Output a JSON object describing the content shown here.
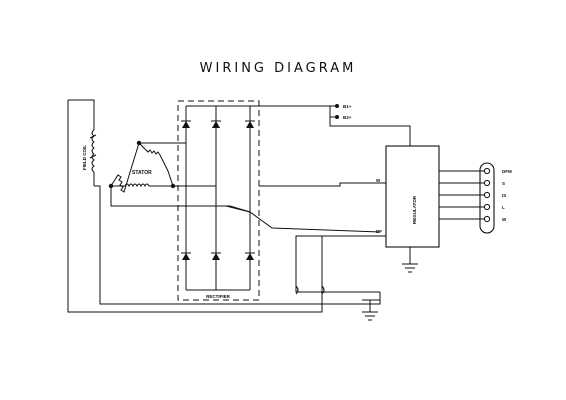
{
  "title": "WIRING DIAGRAM",
  "labels": {
    "field_coil": "FIELD COIL",
    "stator": "STATOR",
    "rectifier": "RECTIFIER",
    "regulator": "REGULATOR",
    "b1": "B1+",
    "b2": "B2+",
    "w": "W",
    "df": "DF"
  },
  "terminals": [
    "DFM",
    "S",
    "IS",
    "L",
    "W"
  ]
}
